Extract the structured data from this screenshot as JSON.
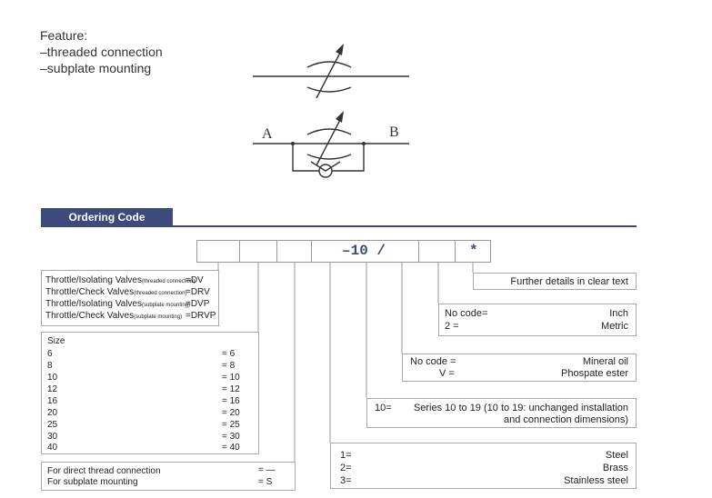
{
  "feature": {
    "title": "Feature:",
    "items": [
      "–threaded connection",
      "–subplate mounting"
    ]
  },
  "symbol": {
    "port_a": "A",
    "port_b": "B"
  },
  "ordering": {
    "tab_label": "Ordering Code",
    "code_dash10": "–10 /",
    "code_star": "*"
  },
  "types": {
    "rows": [
      {
        "name": "Throttle/Isolating Valves",
        "note": "(threaded connection)",
        "code": "=DV"
      },
      {
        "name": "Throttle/Check Valves",
        "note": "(threaded connection)",
        "code": "=DRV"
      },
      {
        "name": "Throttle/Isolating Valves",
        "note": "(subplate mounting)",
        "code": "=DVP"
      },
      {
        "name": "Throttle/Check Valves",
        "note": "(subplate mounting)",
        "code": "=DRVP"
      }
    ]
  },
  "size": {
    "title": "Size",
    "rows": [
      {
        "size": "6",
        "code": "= 6"
      },
      {
        "size": "8",
        "code": "= 8"
      },
      {
        "size": "10",
        "code": "= 10"
      },
      {
        "size": "12",
        "code": "= 12"
      },
      {
        "size": "16",
        "code": "= 16"
      },
      {
        "size": "20",
        "code": "= 20"
      },
      {
        "size": "25",
        "code": "= 25"
      },
      {
        "size": "30",
        "code": "= 30"
      },
      {
        "size": "40",
        "code": "= 40"
      }
    ]
  },
  "connection": {
    "rows": [
      {
        "label": "For direct thread connection",
        "code": "= —"
      },
      {
        "label": "For subplate mounting",
        "code": "= S"
      }
    ]
  },
  "further": {
    "text": "Further details in clear text"
  },
  "units": {
    "rows": [
      {
        "code": "No code=",
        "value": "Inch"
      },
      {
        "code": "2 =",
        "value": "Metric"
      }
    ]
  },
  "fluid": {
    "rows": [
      {
        "code": "No code =",
        "value": "Mineral oil"
      },
      {
        "code": "V =",
        "value": "Phospate ester"
      }
    ]
  },
  "series": {
    "code": "10=",
    "line1": "Series 10 to 19 (10 to 19: unchanged installation",
    "line2": "and connection dimensions)"
  },
  "material": {
    "rows": [
      {
        "code": "1=",
        "value": "Steel"
      },
      {
        "code": "2=",
        "value": "Brass"
      },
      {
        "code": "3=",
        "value": "Stainless steel"
      }
    ]
  }
}
